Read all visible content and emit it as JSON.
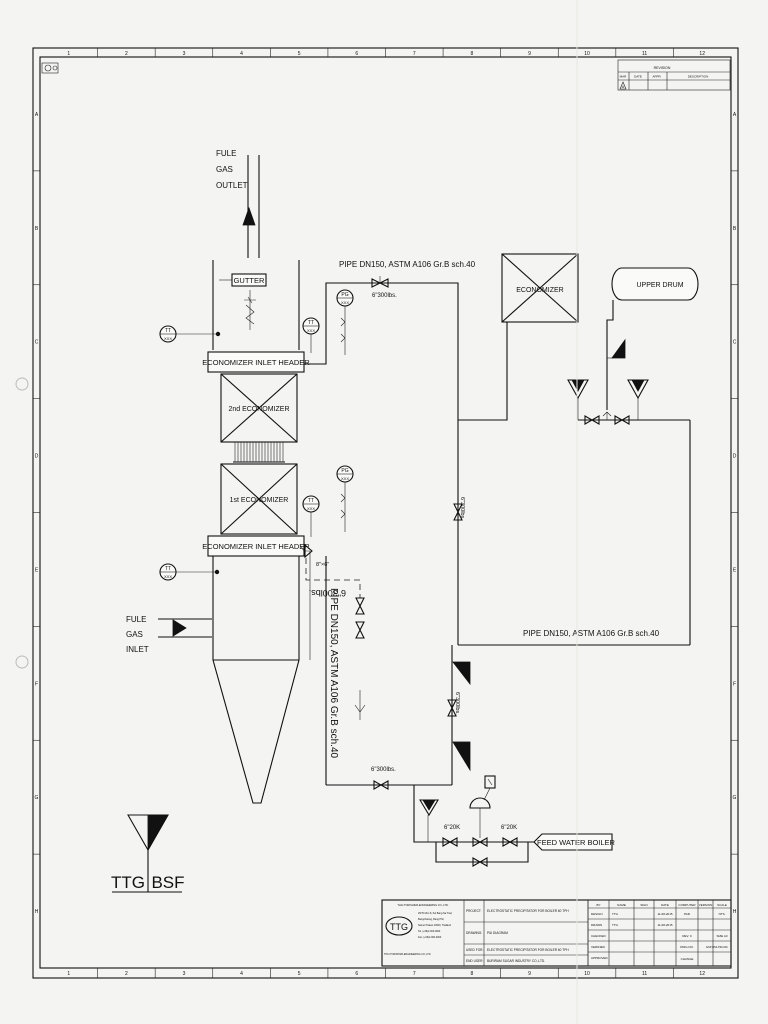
{
  "grid": {
    "columns": [
      "1",
      "2",
      "3",
      "4",
      "5",
      "6",
      "7",
      "8",
      "9",
      "10",
      "11",
      "12"
    ],
    "rows": [
      "A",
      "B",
      "C",
      "D",
      "E",
      "F",
      "G",
      "H"
    ]
  },
  "revision_table": {
    "title": "REVISION",
    "headers": [
      "MAR",
      "DATE",
      "APPR.",
      "DESCRIPTION"
    ],
    "first_mark": "A"
  },
  "labels": {
    "flue_outlet": [
      "FULE",
      "GAS",
      "OUTLET"
    ],
    "flue_inlet": [
      "FULE",
      "GAS",
      "INLET"
    ],
    "gutter": "GUTTER",
    "inlet_header_top": "ECONOMIZER INLET HEADER",
    "inlet_header_bottom": "ECONOMIZER INLET HEADER",
    "second_economizer": "2nd ECONOMIZER",
    "first_economizer": "1st ECONOMIZER",
    "economizer_box": "ECONOMIZER",
    "upper_drum": "UPPER DRUM",
    "feed_water": "FEED WATER BOILER",
    "pipe_top": "PIPE DN150, ASTM A106 Gr.B sch.40",
    "pipe_mid": "PIPE DN150, ASTM A106 Gr.B sch.40",
    "pipe_vertical": "PIPE DN150, ASTM A106 Gr.B sch.40",
    "valve_top": "6\"300lbs.",
    "valve_vertical_1": "6\"300lbs.",
    "valve_vertical_2": "6\"300lbs.",
    "valve_bottom": "6\"300lbs.",
    "valve_rotated": "6\"300lbs.",
    "valve_small": "8\"×6\"",
    "valve_20k_left": "6\"20K",
    "valve_20k_right": "6\"20K",
    "instr_tt": "TT",
    "instr_pg": "PG",
    "instr_xxx": "XXX"
  },
  "logo": {
    "left": "TTG",
    "right": "BSF"
  },
  "title_block": {
    "company": "THAI TORISHIMA ENGINEERING CO.,LTD.",
    "address": [
      "25/70 Moo 8, Soi Bang-Na Trad,",
      "Bangchalong, Bang Phli,",
      "Samut Prakan 10540, Thailand",
      "Tel. (+66)2-000-0000",
      "Fax. (+66)2-000-0000"
    ],
    "project_label": "PROJECT:",
    "project": "ELECTROSTATIC PRECIPITATOR FOR BOILER 60 TPH",
    "drawing_label": "DRAWING:",
    "drawing": "P&I DIAGRAM",
    "used_for_label": "USED FOR:",
    "used_for": "ELECTROSTATIC PRECIPITATOR FOR BOILER 60 TPH",
    "end_user_label": "END USER:",
    "end_user": "BURIRAM SUGAR INDUSTRY CO.,LTD.",
    "columns": [
      "BY",
      "NAME",
      "SIGN",
      "DATE",
      "COMPUTER",
      "VERSION",
      "SCALE"
    ],
    "rows": [
      {
        "role": "DESIGN",
        "name": "TTG",
        "date": "11-08-2015"
      },
      {
        "role": "DRAWN",
        "name": "TTG",
        "date": "11-08-2015"
      },
      {
        "role": "CHECKED",
        "name": "",
        "date": ""
      },
      {
        "role": "VERIFIED",
        "name": "",
        "date": ""
      },
      {
        "role": "APPROVED",
        "name": "",
        "date": ""
      }
    ],
    "computer": "PAR",
    "version": "REV. 0",
    "scale": "NTS.",
    "size": "SIZE A3",
    "dwg_no_label": "DWG.NO.",
    "dwg_no": "ESP-BSF-PID-001",
    "change_label": "CHANGE"
  }
}
